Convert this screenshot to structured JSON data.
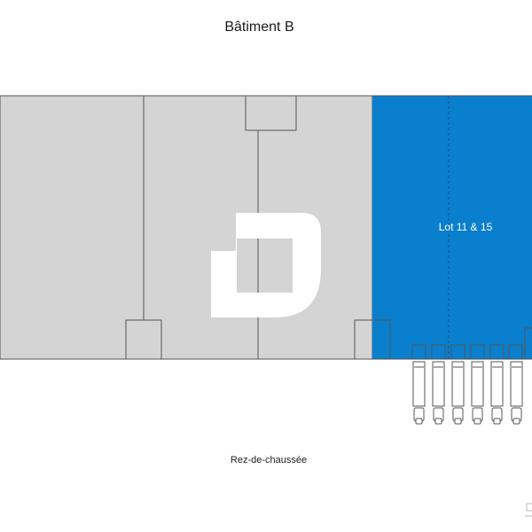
{
  "building_title": "Bâtiment B",
  "lot_label": "Lot 11 & 15",
  "floor_label": "Rez-de-chaussée",
  "colors": {
    "background": "#ffffff",
    "building_fill": "#d4d4d4",
    "lot_fill": "#0a7fcd",
    "lines": "#555555",
    "lot_text": "#ffffff",
    "logo": "#ffffff"
  },
  "icons": [
    "company-logo-icon",
    "truck-icon",
    "loading-dock-icon"
  ]
}
